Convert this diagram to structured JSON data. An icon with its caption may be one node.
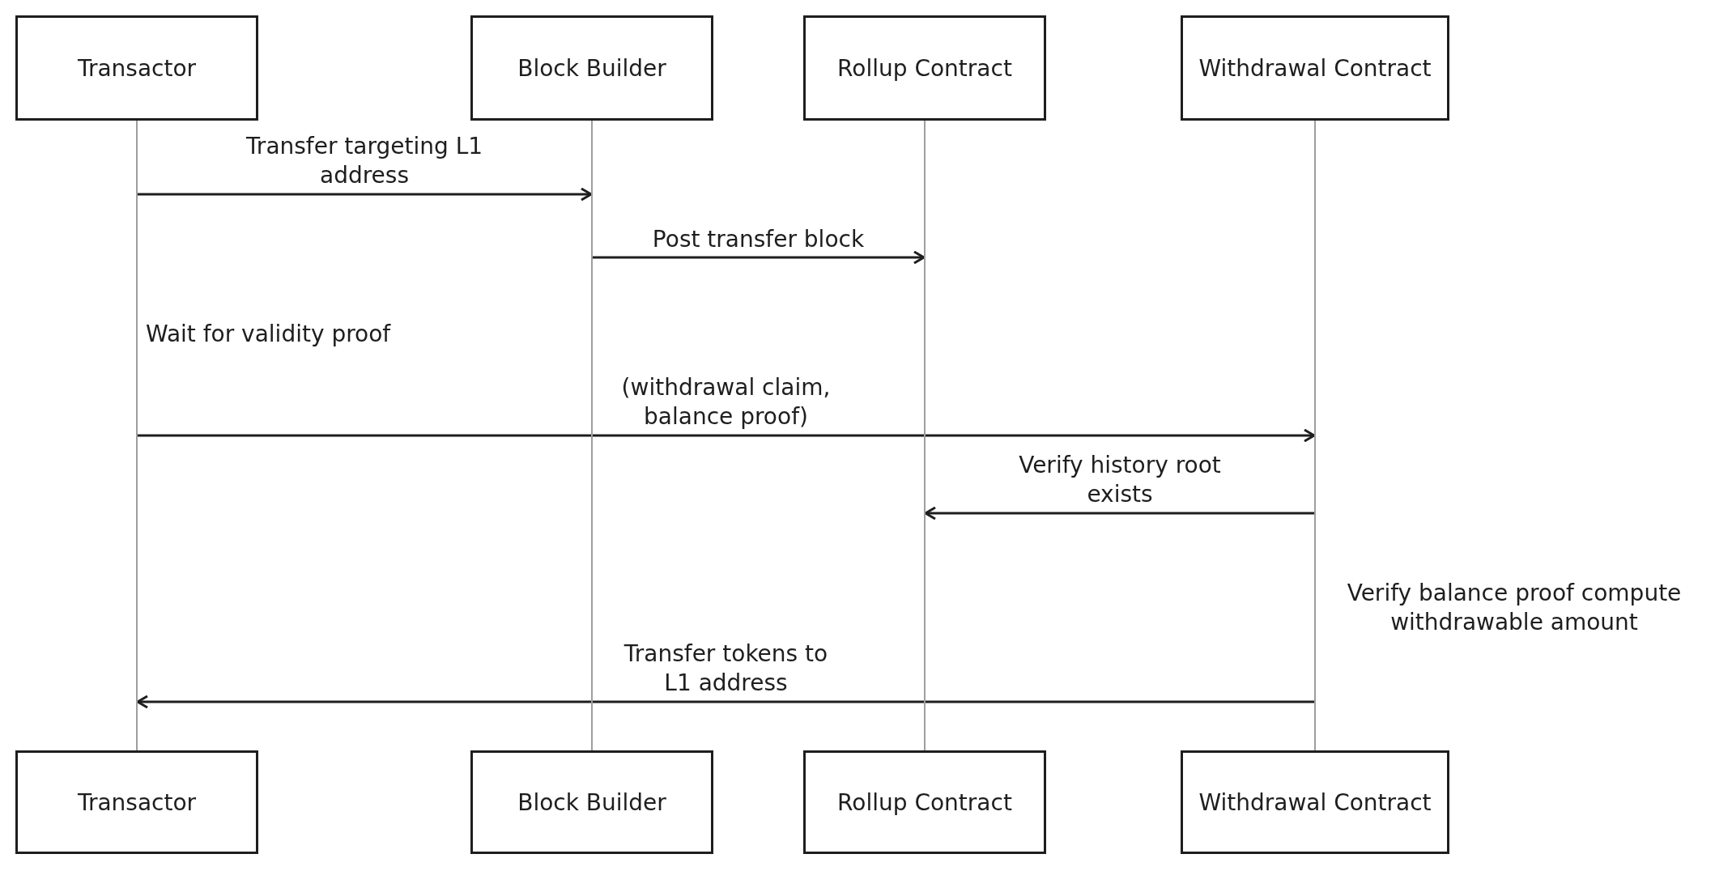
{
  "diagram": {
    "nodes": [
      {
        "text": [
          "Transactor"
        ]
      },
      {
        "text": [
          "Block Builder"
        ]
      },
      {
        "text": [
          "Rollup Contract"
        ]
      },
      {
        "text": [
          "Withdrawal Contract"
        ]
      },
      {
        "text": [],
        "shape": "bar"
      },
      {
        "text": [],
        "shape": "bar"
      },
      {
        "text": [],
        "shape": "bar"
      },
      {
        "text": [],
        "shape": "bar"
      },
      {
        "text": [
          "Transactor"
        ]
      },
      {
        "text": [
          "Block Builder"
        ]
      },
      {
        "text": [
          "Rollup Contract"
        ]
      },
      {
        "text": [
          "Withdrawal Contract"
        ]
      }
    ],
    "edges": [
      {
        "from": 4,
        "to": 5,
        "arrow": "to",
        "label": "Transfer targeting L1 address"
      },
      {
        "from": 5,
        "to": 6,
        "arrow": "to",
        "label": "Post transfer block"
      },
      {
        "from": 4,
        "to": 7,
        "arrow": "to",
        "label": "(withdrawal claim, balance proof)"
      },
      {
        "from": 7,
        "to": 6,
        "arrow": "to",
        "label": "Verify history root exists"
      },
      {
        "from": 7,
        "to": 4,
        "arrow": "to",
        "label": "Transfer tokens to L1 address"
      }
    ],
    "labels": [
      "Wait for validity proof",
      "Verify balance proof compute withdrawable amount"
    ]
  }
}
